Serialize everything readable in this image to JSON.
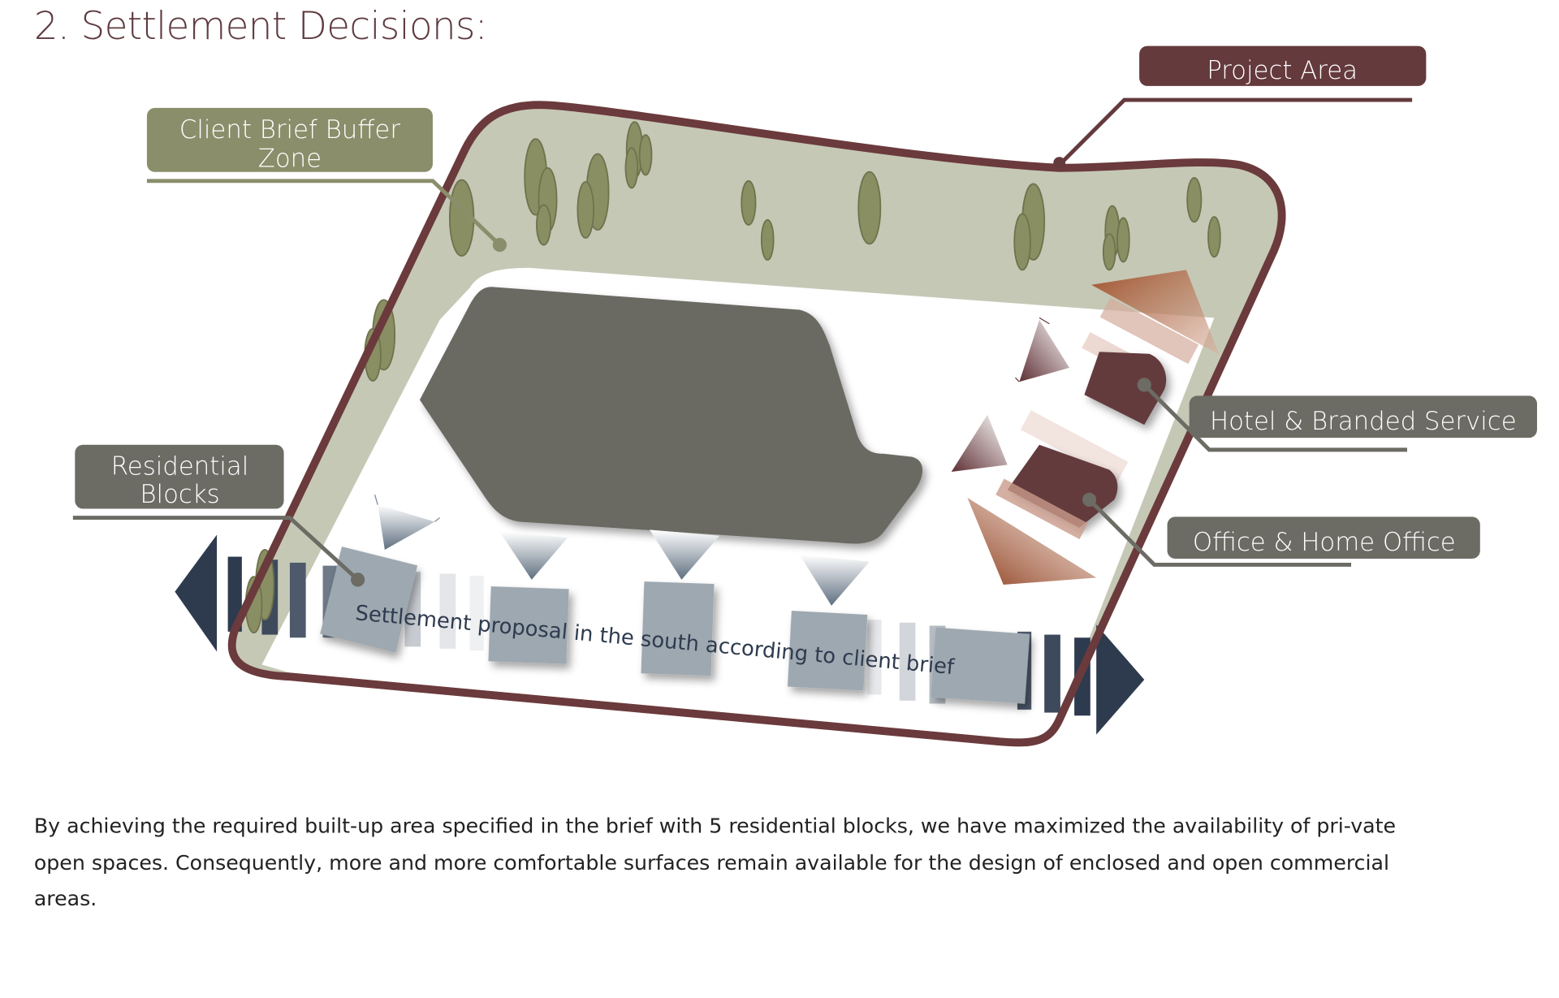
{
  "title": "2. Settlement Decisions:",
  "labels": {
    "project_area": "Project Area",
    "buffer_zone_line1": "Client Brief Buffer",
    "buffer_zone_line2": "Zone",
    "residential_line1": "Residential",
    "residential_line2": "Blocks",
    "hotel": "Hotel & Branded Service",
    "office": "Office & Home Office"
  },
  "proposal_caption": "Settlement proposal in the south according to client brief",
  "paragraph": "By achieving the required built-up area specified in the brief with 5 residential blocks, we have maximized the availability of pri-vate open spaces. Consequently, more and more comfortable surfaces remain available for the design of enclosed and open commercial areas.",
  "colors": {
    "project_border": "#6b3a3c",
    "buffer_zone": "#c5c8b5",
    "buffer_label": "#8b8e6b",
    "residential_label": "#6c6b64",
    "commercial": "#643a3d",
    "navy": "#2e3b4f",
    "block": "#9ea8b0"
  }
}
